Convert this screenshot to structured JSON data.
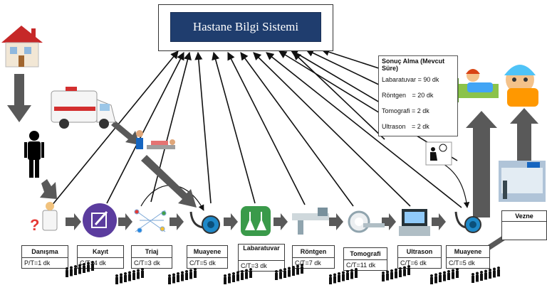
{
  "title": "Hastane Bilgi Sistemi",
  "result_box": {
    "heading": "Sonuç Alma (Mevcut Süre)",
    "rows": [
      {
        "name": "Labaratuvar",
        "value": "= 90 dk"
      },
      {
        "name": "Röntgen",
        "value": "= 20 dk"
      },
      {
        "name": "Tomografi",
        "value": "= 2 dk"
      },
      {
        "name": "Ultrason",
        "value": "= 2 dk"
      }
    ]
  },
  "stations": [
    {
      "name": "Danışma",
      "metric": "P/T=1 dk"
    },
    {
      "name": "Kayıt",
      "metric": "C/T=4 dk"
    },
    {
      "name": "Triaj",
      "metric": "C/T=3 dk"
    },
    {
      "name": "Muayene",
      "metric": "C/T=5 dk"
    },
    {
      "name": "Labaratuvar",
      "metric": "C/T=3 dk"
    },
    {
      "name": "Röntgen",
      "metric": "C/T=7 dk"
    },
    {
      "name": "Tomografi",
      "metric": "C/T=11 dk"
    },
    {
      "name": "Ultrason",
      "metric": "C/T=6 dk"
    },
    {
      "name": "Muayene",
      "metric": "C/T=5 dk"
    }
  ],
  "vezne": {
    "name": "Vezne"
  },
  "colors": {
    "title_bg": "#1f3d6e",
    "arrow_gray": "#595959",
    "kayit_purple": "#5b3c9e",
    "lab_green": "#3a9a4a",
    "eye_blue": "#1e88c8"
  }
}
